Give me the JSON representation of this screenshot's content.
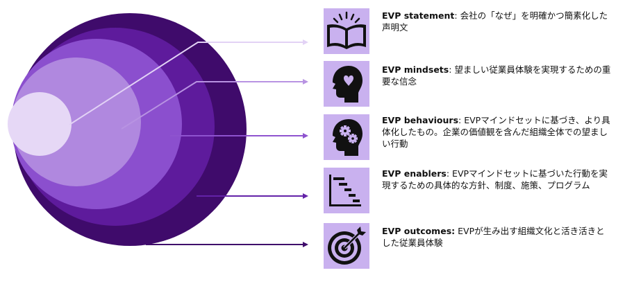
{
  "colors": {
    "ring_outer": "#3f0b6b",
    "ring_2": "#5e1b9c",
    "ring_3": "#8b4fce",
    "ring_4": "#b088df",
    "core": "#e6d8f6",
    "icon_bg": "#c9b1ef",
    "icon_fg": "#111111"
  },
  "items": [
    {
      "title": "EVP statement",
      "separator": ": ",
      "description": "会社の「なぜ」を明確かつ簡素化した声明文",
      "icon": "open-book-icon",
      "line_color": "#e2d2f5"
    },
    {
      "title": "EVP mindsets",
      "separator": ": ",
      "description": "望ましい従業員体験を実現するための重要な信念",
      "icon": "head-heart-icon",
      "line_color": "#b893e2"
    },
    {
      "title": "EVP behaviours",
      "separator": ": ",
      "description": "EVPマインドセットに基づき、より具体化したもの。企業の価値観を含んだ組織全体での望ましい行動",
      "icon": "head-gears-icon",
      "line_color": "#8e53cf"
    },
    {
      "title": "EVP enablers",
      "separator": ": ",
      "description": "EVPマインドセットに基づいた行動を実現するための具体的な方針、制度、施策、プログラム",
      "icon": "gantt-chart-icon",
      "line_color": "#6322a8"
    },
    {
      "title": "EVP outcomes:",
      "separator": " ",
      "description": "EVPが生み出す組織文化と活き活きとした従業員体験",
      "icon": "target-arrow-icon",
      "line_color": "#3f0b6b"
    }
  ]
}
